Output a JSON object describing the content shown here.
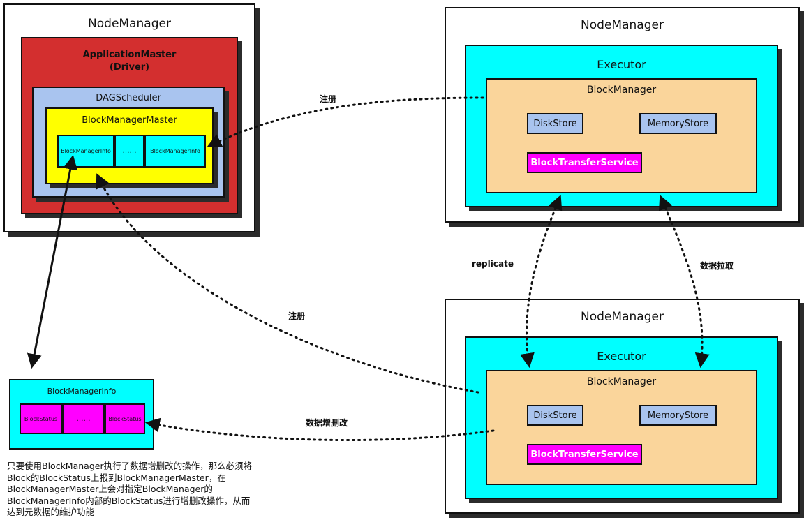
{
  "driver_node": {
    "title": "NodeManager",
    "app_master": {
      "title": "ApplicationMaster",
      "subtitle": "(Driver)"
    },
    "dag_scheduler": "DAGScheduler",
    "bm_master": "BlockManagerMaster",
    "bm_info_cells": [
      "BlockManagerInfo",
      "……",
      "BlockManagerInfo"
    ]
  },
  "exec_node_top": {
    "title": "NodeManager",
    "executor": "Executor",
    "block_manager": "BlockManager",
    "disk_store": "DiskStore",
    "memory_store": "MemoryStore",
    "transfer_service": "BlockTransferService"
  },
  "exec_node_bottom": {
    "title": "NodeManager",
    "executor": "Executor",
    "block_manager": "BlockManager",
    "disk_store": "DiskStore",
    "memory_store": "MemoryStore",
    "transfer_service": "BlockTransferService"
  },
  "bm_info_detail": {
    "title": "BlockManagerInfo",
    "cells": [
      "BlockStatus",
      "……",
      "BlockStatus"
    ]
  },
  "edge_labels": {
    "register_top": "注册",
    "register_bottom": "注册",
    "replicate": "replicate",
    "data_fetch": "数据拉取",
    "data_crud": "数据增删改"
  },
  "note": "只要使用BlockManager执行了数据增删改的操作，那么必须将Block的BlockStatus上报到BlockManagerMaster，在BlockManagerMaster上会对指定BlockManager的BlockManagerInfo内部的BlockStatus进行增删改操作，从而达到元数据的维护功能",
  "colors": {
    "app_master": "#d32f2f",
    "dag_scheduler": "#a9c4ef",
    "bm_master": "#ffff00",
    "cyan": "#00ffff",
    "block_manager": "#fad59b",
    "store": "#a9c4ef",
    "transfer": "#ff00ff"
  }
}
